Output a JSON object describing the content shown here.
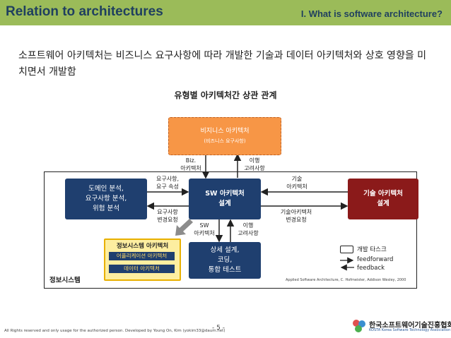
{
  "header": {
    "title": "Relation to architectures",
    "section": "I. What is software architecture?"
  },
  "headline": "소프트웨어 아키텍처는 비즈니스 요구사항에 따라 개발한 기술과 데이터 아키텍처와 상호 영향을 미치면서 개발함",
  "diagram": {
    "title": "유형별 아키텍처간 상관 관계",
    "business_box": {
      "line1": "비지니스 아키텍처",
      "line2": "(비즈니스 요구사항)"
    },
    "domain_box": {
      "line1": "도메인 분석,",
      "line2": "요구사항 분석,",
      "line3": "위험 분석"
    },
    "sw_box": {
      "line1": "SW 아키텍처",
      "line2": "설계"
    },
    "tech_box": {
      "line1": "기술 아키텍처",
      "line2": "설계"
    },
    "detail_box": {
      "line1": "상세 설계,",
      "line2": "코딩,",
      "line3": "통합 테스트"
    },
    "info_system_box": {
      "title": "정보시스템 아키텍처",
      "item1": "어플리케이션 아키텍처",
      "item2": "데이터 아키텍처"
    },
    "frame_label": "정보시스템",
    "labels": {
      "biz_arch": {
        "l1": "Biz.",
        "l2": "아키텍처"
      },
      "transition_top": {
        "l1": "이행",
        "l2": "고려사항"
      },
      "req_attr": {
        "l1": "요구사항,",
        "l2": "요구 속성"
      },
      "req_change": {
        "l1": "요구사항",
        "l2": "변경요청"
      },
      "tech_arch": {
        "l1": "기술",
        "l2": "아키텍처"
      },
      "tech_change": {
        "l1": "기술아키텍처",
        "l2": "변경요청"
      },
      "sw_arch": {
        "l1": "SW",
        "l2": "아키텍처"
      },
      "transition_bottom": {
        "l1": "이행",
        "l2": "고려사항"
      }
    },
    "legend": {
      "task": "개발 타스크",
      "feedforward": "feedforward",
      "feedback": "feedback"
    },
    "citation": "Applied Software Architecture, C. Hofmeister, Addison Wesley, 2000"
  },
  "footer": {
    "rights": "All Rights reserved and only usage for the authorized person. Developed by Young On, Kim (yokim33@daum.net)",
    "page": "- 5 -",
    "logo_name": "한국소프트웨어기술진흥협회",
    "logo_eng": "KOSTA  Korea Software Technology Association"
  },
  "colors": {
    "header_bar": "#9bbb59",
    "title_text": "#1f3f5f",
    "business_box": "#f79646",
    "navy_box": "#1f3f6f",
    "tech_box": "#8b1a1a",
    "info_box": "#fdeea0",
    "info_border": "#e8b000"
  }
}
